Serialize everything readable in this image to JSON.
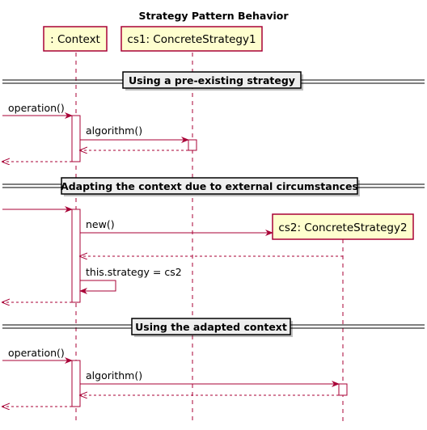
{
  "title": "Strategy Pattern Behavior",
  "participants": {
    "context": ": Context",
    "cs1": "cs1: ConcreteStrategy1",
    "cs2": "cs2: ConcreteStrategy2"
  },
  "dividers": {
    "d1": "Using a pre-existing strategy",
    "d2": "Adapting the context due to external circumstances",
    "d3": "Using the adapted context"
  },
  "messages": {
    "op1": "operation()",
    "alg1": "algorithm()",
    "new": "new()",
    "assign": "this.strategy = cs2",
    "op2": "operation()",
    "alg2": "algorithm()"
  },
  "colors": {
    "arrow": "#A80036",
    "participant_fill": "#FEFECE",
    "participant_border": "#A80036",
    "divider_fill": "#EEEEEE"
  }
}
